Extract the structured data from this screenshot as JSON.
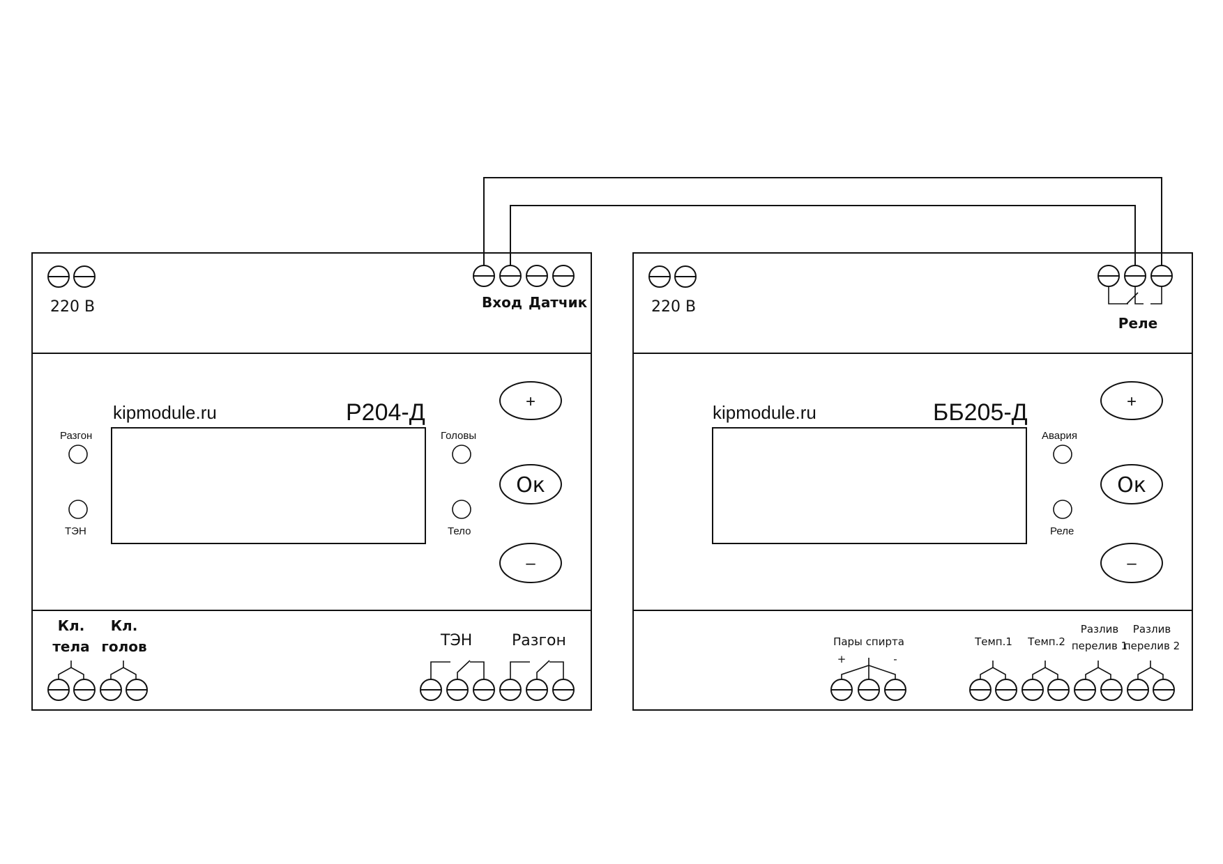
{
  "left_module": {
    "power_label": "220 В",
    "input_label": "Вход",
    "sensor_label": "Датчик",
    "site": "kipmodule.ru",
    "model": "Р204-Д",
    "led_labels": [
      "Разгон",
      "ТЭН",
      "Головы",
      "Тело"
    ],
    "buttons": {
      "plus": "+",
      "ok": "Ок",
      "minus": "–"
    },
    "valve_body_label": [
      "Кл.",
      "тела"
    ],
    "valve_heads_label": [
      "Кл.",
      "голов"
    ],
    "heater_label": "ТЭН",
    "boost_label": "Разгон"
  },
  "right_module": {
    "power_label": "220 В",
    "relay_label": "Реле",
    "site": "kipmodule.ru",
    "model": "ББ205-Д",
    "led_labels": [
      "Авария",
      "Реле"
    ],
    "buttons": {
      "plus": "+",
      "ok": "Ок",
      "minus": "–"
    },
    "vapor_label": "Пары спирта",
    "vapor_plus": "+",
    "vapor_minus": "-",
    "temp1_label": "Темп.1",
    "temp2_label": "Темп.2",
    "spill1_label": [
      "Разлив",
      "перелив 1"
    ],
    "spill2_label": [
      "Разлив",
      "перелив 2"
    ]
  }
}
